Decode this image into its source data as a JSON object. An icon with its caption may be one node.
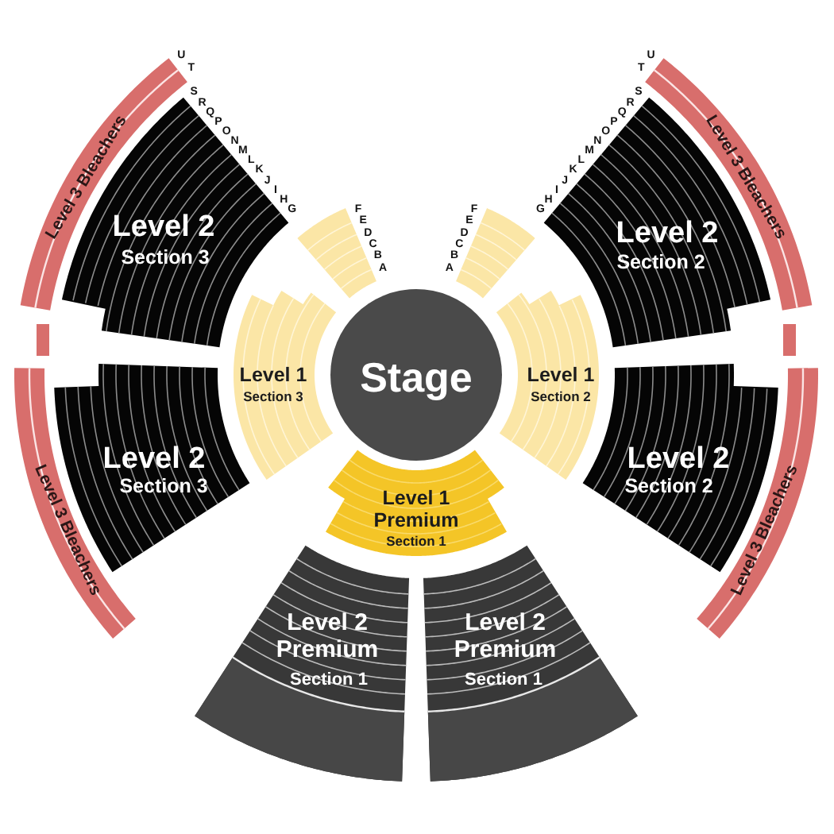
{
  "diagram": {
    "nodes": [
      {
        "text": [
          "Level 3 Bleachers"
        ],
        "beside": [
          "U",
          "T"
        ]
      },
      {
        "text": [
          "Level 3 Bleachers"
        ],
        "beside": [
          "U",
          "T"
        ]
      },
      {
        "text": [
          "Level 2",
          "Section 3"
        ],
        "beside": [
          "S",
          "R",
          "Q",
          "P",
          "O",
          "N",
          "M",
          "L",
          "K",
          "J",
          "I",
          "H",
          "G"
        ]
      },
      {
        "text": [
          "Level 2",
          "Section 2"
        ],
        "beside": [
          "S",
          "R",
          "Q",
          "P",
          "O",
          "N",
          "M",
          "L",
          "K",
          "J",
          "I",
          "H",
          "G"
        ]
      },
      {
        "text": [],
        "shape": "box",
        "beside": [
          "F",
          "E",
          "D",
          "C",
          "B",
          "A"
        ]
      },
      {
        "text": [],
        "shape": "box",
        "beside": [
          "F",
          "E",
          "D",
          "C",
          "B",
          "A"
        ]
      },
      {
        "text": [
          "Level 1",
          "Section 3"
        ]
      },
      {
        "text": [
          "Stage"
        ]
      },
      {
        "text": [
          "Level 1",
          "Section 2"
        ]
      },
      {
        "text": [
          "Level 2",
          "Section 3"
        ]
      },
      {
        "text": [
          "Level 2",
          "Section 2"
        ]
      },
      {
        "text": [
          "Level 3 Bleachers"
        ]
      },
      {
        "text": [
          "Level 3 Bleachers"
        ]
      },
      {
        "text": [
          "Level 1 Premium",
          "Section 1"
        ]
      },
      {
        "text": [
          "Level 2 Premium",
          "Section 1"
        ]
      },
      {
        "text": [
          "Level 2 Premium",
          "Section 1"
        ]
      }
    ]
  }
}
